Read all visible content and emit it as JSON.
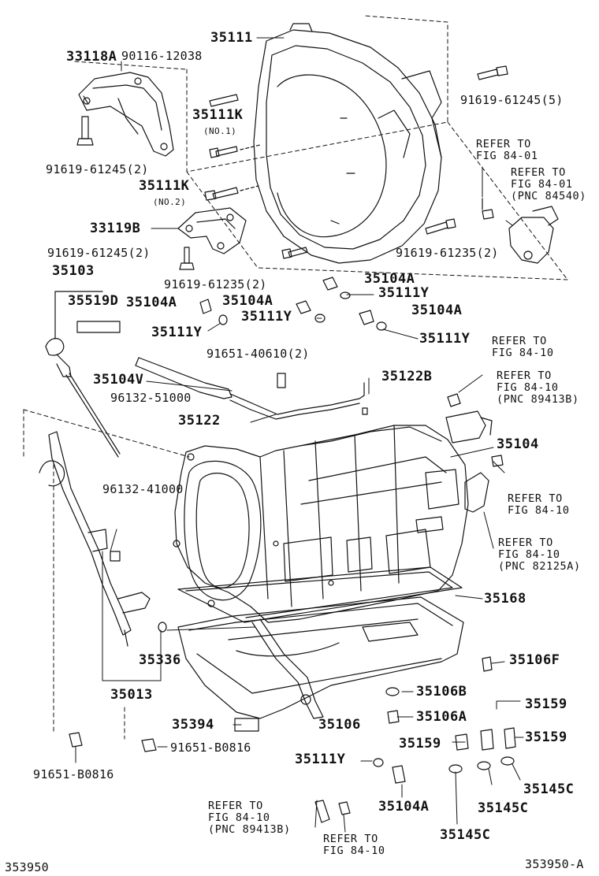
{
  "parts": {
    "p35111": "35111",
    "p33118A": "33118A",
    "p90116": "90116-12038",
    "p91619_61245_5": "91619-61245(5)",
    "p35111K_1": "35111K",
    "p35111K_1_note": "(NO.1)",
    "p91619_61245_2a": "91619-61245(2)",
    "p35111K_2": "35111K",
    "p35111K_2_note": "(NO.2)",
    "p33119B": "33119B",
    "p91619_61245_2b": "91619-61245(2)",
    "p91619_61235_2a": "91619-61235(2)",
    "p91619_61235_2b": "91619-61235(2)",
    "p35103": "35103",
    "p35519D": "35519D",
    "p35104A_a": "35104A",
    "p35104A_b": "35104A",
    "p35104A_c": "35104A",
    "p35104A_d": "35104A",
    "p35104A_e": "35104A",
    "p35111Y_a": "35111Y",
    "p35111Y_b": "35111Y",
    "p35111Y_c": "35111Y",
    "p35111Y_d": "35111Y",
    "p35111Y_e": "35111Y",
    "p91651_40610": "91651-40610(2)",
    "p35104V": "35104V",
    "p96132_51000": "96132-51000",
    "p35122B": "35122B",
    "p35122": "35122",
    "p35104": "35104",
    "p96132_41000": "96132-41000",
    "p35168": "35168",
    "p35106F": "35106F",
    "p35336": "35336",
    "p35013": "35013",
    "p35106B": "35106B",
    "p35159_a": "35159",
    "p35106A": "35106A",
    "p35394": "35394",
    "p35106": "35106",
    "p35159_b": "35159",
    "p35159_c": "35159",
    "p91651_B0816_a": "91651-B0816",
    "p91651_B0816_b": "91651-B0816",
    "p35145C_a": "35145C",
    "p35145C_b": "35145C",
    "p35145C_c": "35145C"
  },
  "refs": {
    "r1": "REFER TO\nFIG 84-01",
    "r2": "REFER TO\nFIG 84-01\n(PNC 84540)",
    "r3": "REFER TO\nFIG 84-10",
    "r4": "REFER TO\nFIG 84-10\n(PNC 89413B)",
    "r5": "REFER TO\nFIG 84-10",
    "r6": "REFER TO\nFIG 84-10\n(PNC 82125A)",
    "r7": "REFER TO\nFIG 84-10\n(PNC 89413B)",
    "r8": "REFER TO\nFIG 84-10"
  },
  "footer": {
    "left_code": "353950",
    "right_code": "353950-A"
  }
}
